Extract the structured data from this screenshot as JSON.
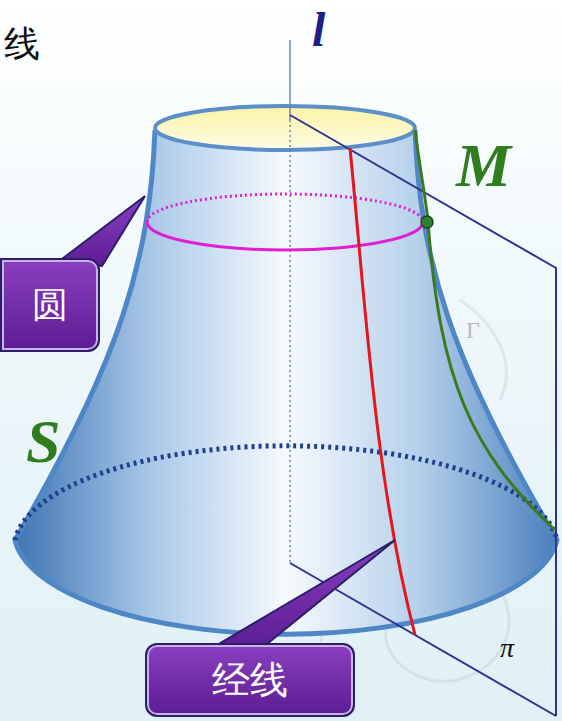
{
  "diagram": {
    "nodes": [
      {
        "text": [
          "圆"
        ]
      },
      {
        "text": [
          "经线"
        ]
      }
    ],
    "labels": [
      "线",
      "l",
      "M",
      "S",
      "Γ",
      "π"
    ]
  }
}
